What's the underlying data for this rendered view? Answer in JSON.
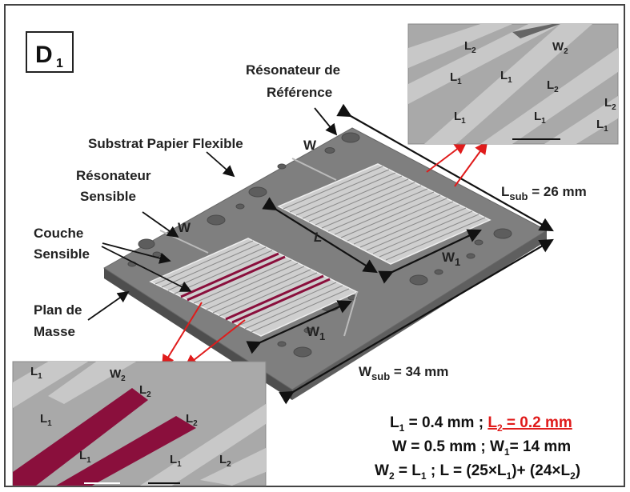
{
  "panel_id": {
    "main": "D",
    "sub": "1"
  },
  "labels": {
    "resonateur_reference": [
      "Résonateur de",
      "Référence"
    ],
    "substrat": "Substrat Papier Flexible",
    "resonateur_sensible": [
      "Résonateur",
      "Sensible"
    ],
    "couche_sensible": [
      "Couche",
      "Sensible"
    ],
    "plan_masse": [
      "Plan de",
      "Masse"
    ],
    "w_top": "W",
    "w_left": "W",
    "L": "L",
    "W1_right": {
      "main": "W",
      "sub": "1"
    },
    "W1_bottom": {
      "main": "W",
      "sub": "1"
    },
    "Lsub": {
      "main": "L",
      "sub": "sub",
      "rest": " = 26 mm"
    },
    "Wsub": {
      "main": "W",
      "sub": "sub",
      "rest": " = 34 mm"
    }
  },
  "zoom_labels": {
    "L1": {
      "main": "L",
      "sub": "1"
    },
    "L2": {
      "main": "L",
      "sub": "2"
    },
    "W2": {
      "main": "W",
      "sub": "2"
    }
  },
  "equations": {
    "line1_a": "L",
    "line1_a_sub": "1",
    "line1_b": " = 0.4 mm ; ",
    "line1_c": "L",
    "line1_c_sub": "2",
    "line1_d": " = 0.2 mm",
    "line2_a": "W = 0.5 mm ; W",
    "line2_a_sub": "1",
    "line2_b": "= 14 mm",
    "line3_a": "W",
    "line3_a_sub": "2",
    "line3_b": " = L",
    "line3_b_sub": "1",
    "line3_c": " ; L = (25×L",
    "line3_c_sub": "1",
    "line3_d": ")+ (24×L",
    "line3_d_sub": "2",
    "line3_e": ")"
  },
  "colors": {
    "accent_red": "#e01b1b",
    "sensing_layer": "#8a0f3c",
    "substrate": "#7d7d7d"
  }
}
